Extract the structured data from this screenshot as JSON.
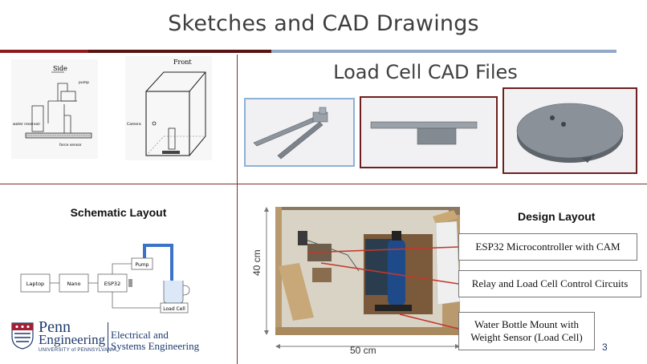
{
  "slide": {
    "title": "Sketches and CAD Drawings",
    "page_number": "3"
  },
  "sketches": {
    "side_label": "Side",
    "front_label": "Front",
    "side_annotations": [
      "pump",
      "water reservoir",
      "force sensor"
    ],
    "front_annotations": [
      "Camera"
    ]
  },
  "cad": {
    "title": "Load Cell CAD Files"
  },
  "schematic": {
    "title": "Schematic Layout",
    "blocks": [
      "Laptop",
      "Nano",
      "ESP32",
      "Pump",
      "Load Cell"
    ]
  },
  "design": {
    "title": "Design Layout",
    "width_label": "50 cm",
    "height_label": "40 cm",
    "callouts": [
      "ESP32 Microcontroller with CAM",
      "Relay and Load Cell Control Circuits",
      "Water Bottle Mount with Weight Sensor (Load Cell)"
    ]
  },
  "logo": {
    "line1": "Penn",
    "line2": "Engineering",
    "line3": "UNIVERSITY of PENNSYLVANIA",
    "dept_line1": "Electrical and",
    "dept_line2": "Systems Engineering"
  },
  "colors": {
    "accent_red": "#8e1c1c",
    "accent_blue": "#93a9c9",
    "penn_blue": "#1e3a6e"
  }
}
